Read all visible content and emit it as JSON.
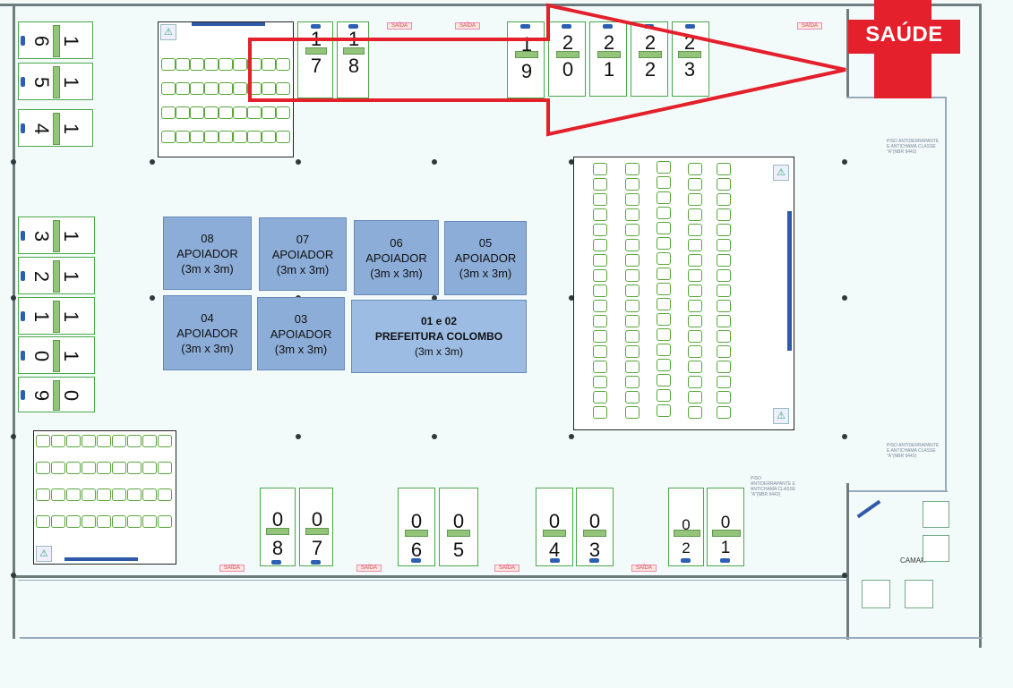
{
  "health_sign": "SAÚDE",
  "stalls": {
    "s16": [
      "1",
      "6"
    ],
    "s15": [
      "1",
      "5"
    ],
    "s14": [
      "1",
      "4"
    ],
    "s13": [
      "1",
      "3"
    ],
    "s12": [
      "1",
      "2"
    ],
    "s11": [
      "1",
      "1"
    ],
    "s10": [
      "1",
      "0"
    ],
    "s09": [
      "0",
      "9"
    ],
    "s17": [
      "1",
      "7"
    ],
    "s18": [
      "1",
      "8"
    ],
    "s19": [
      "1",
      "9"
    ],
    "s20": [
      "2",
      "0"
    ],
    "s21": [
      "2",
      "1"
    ],
    "s22": [
      "2",
      "2"
    ],
    "s23": [
      "2",
      "3"
    ],
    "s08": [
      "0",
      "8"
    ],
    "s07": [
      "0",
      "7"
    ],
    "s06": [
      "0",
      "6"
    ],
    "s05": [
      "0",
      "5"
    ],
    "s04": [
      "0",
      "4"
    ],
    "s03": [
      "0",
      "3"
    ],
    "s02": [
      "0",
      "2"
    ],
    "s01": [
      "0",
      "1"
    ]
  },
  "booths": {
    "b08": {
      "n": "08",
      "l": "APOIADOR",
      "s": "(3m x 3m)"
    },
    "b07": {
      "n": "07",
      "l": "APOIADOR",
      "s": "(3m x 3m)"
    },
    "b06": {
      "n": "06",
      "l": "APOIADOR",
      "s": "(3m x 3m)"
    },
    "b05": {
      "n": "05",
      "l": "APOIADOR",
      "s": "(3m x 3m)"
    },
    "b04": {
      "n": "04",
      "l": "APOIADOR",
      "s": "(3m x 3m)"
    },
    "b03": {
      "n": "03",
      "l": "APOIADOR",
      "s": "(3m x 3m)"
    },
    "b0102": {
      "n": "01 e 02",
      "l": "PREFEITURA COLOMBO",
      "s": "(3m x 3m)"
    }
  },
  "plan_labels": {
    "exit": "SAÍDA",
    "camara": "CAMAR",
    "floor_note": "PISO ANTIDERRAPANTE E ANTICHAMA CLASSE \"A\"(NBR 9442)"
  },
  "colors": {
    "arrow": "#e3202b",
    "booth": "#8cadd8",
    "stall_bar": "#94c47a",
    "seat": "#58a63a",
    "stage": "#2e5aa8"
  }
}
